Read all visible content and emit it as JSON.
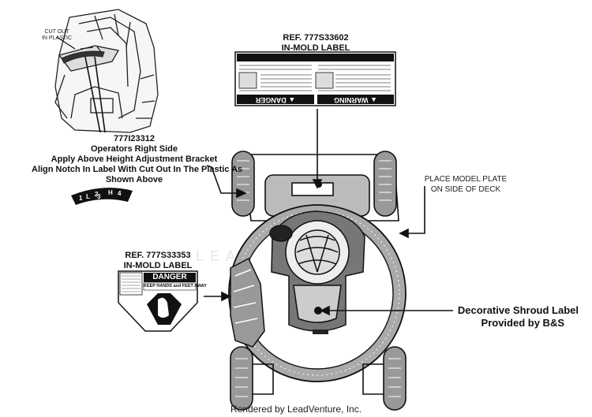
{
  "callouts": {
    "cutout": {
      "line1": "CUT OUT",
      "line2": "IN PLASTIC"
    },
    "height_label": {
      "part": "777I23312",
      "side": "Operators Right Side",
      "line3": "Apply Above Height Adjustment Bracket",
      "line4": "Align Notch In Label With Cut Out In The Plastic As",
      "line5": "Shown Above",
      "scale": [
        "1",
        "2",
        "3",
        "4"
      ],
      "scale_letters": [
        "L",
        "H"
      ]
    },
    "danger_label_top": {
      "ref": "REF. 777S33602",
      "type": "IN-MOLD LABEL",
      "danger": "DANGER",
      "warning": "WARNING"
    },
    "model_plate": {
      "line1": "PLACE MODEL PLATE",
      "line2": "ON SIDE OF DECK"
    },
    "danger_label_left": {
      "ref": "REF. 777S33353",
      "type": "IN-MOLD LABEL",
      "danger": "DANGER",
      "sub": "KEEP HANDS and FEET AWAY"
    },
    "shroud": {
      "line1": "Decorative Shroud Label",
      "line2": "Provided by B&S"
    }
  },
  "watermark": "LEADVENTURE",
  "footer": "Rendered by LeadVenture, Inc."
}
